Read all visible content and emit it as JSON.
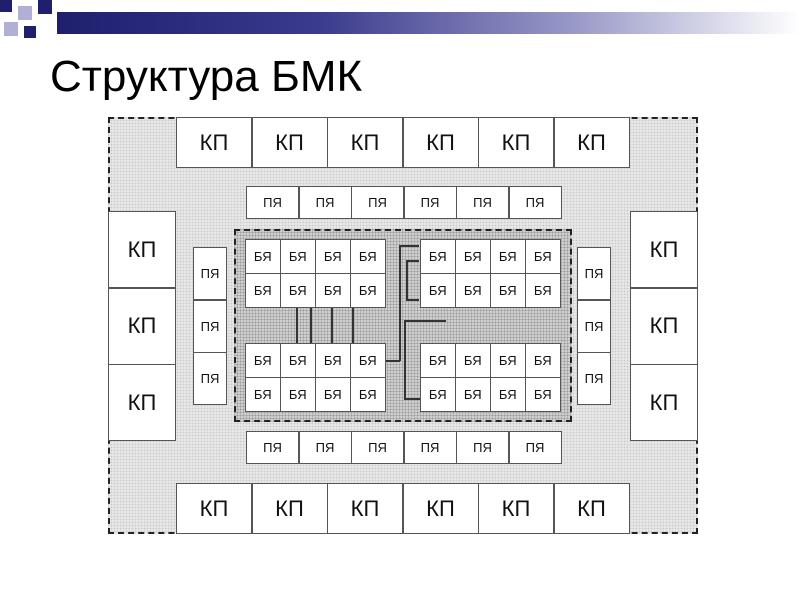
{
  "slide": {
    "title": "Структура БМК",
    "accent_dark": "#1f1f6e",
    "accent_light": "#b0b0d6"
  },
  "labels": {
    "io_cell": "КП",
    "buffer_cell": "ПЯ",
    "base_cell": "БЯ"
  },
  "diagram": {
    "top_io_count": 6,
    "bottom_io_count": 6,
    "left_io_count": 3,
    "right_io_count": 3,
    "top_buffer_count": 6,
    "bottom_buffer_count": 6,
    "left_buffer_count": 3,
    "right_buffer_count": 3,
    "base_cell_blocks": 4,
    "base_cells_per_block": 8
  }
}
